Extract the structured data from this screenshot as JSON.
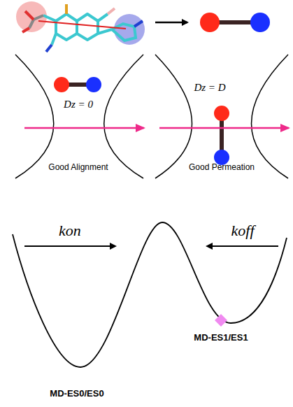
{
  "diagram": {
    "labels": [
      "Dz = 0",
      "Good Alignment",
      "Dz = D",
      "Good Permeation",
      "kon",
      "koff",
      "MD-ES1/ES1",
      "MD-ES0/ES0"
    ]
  }
}
